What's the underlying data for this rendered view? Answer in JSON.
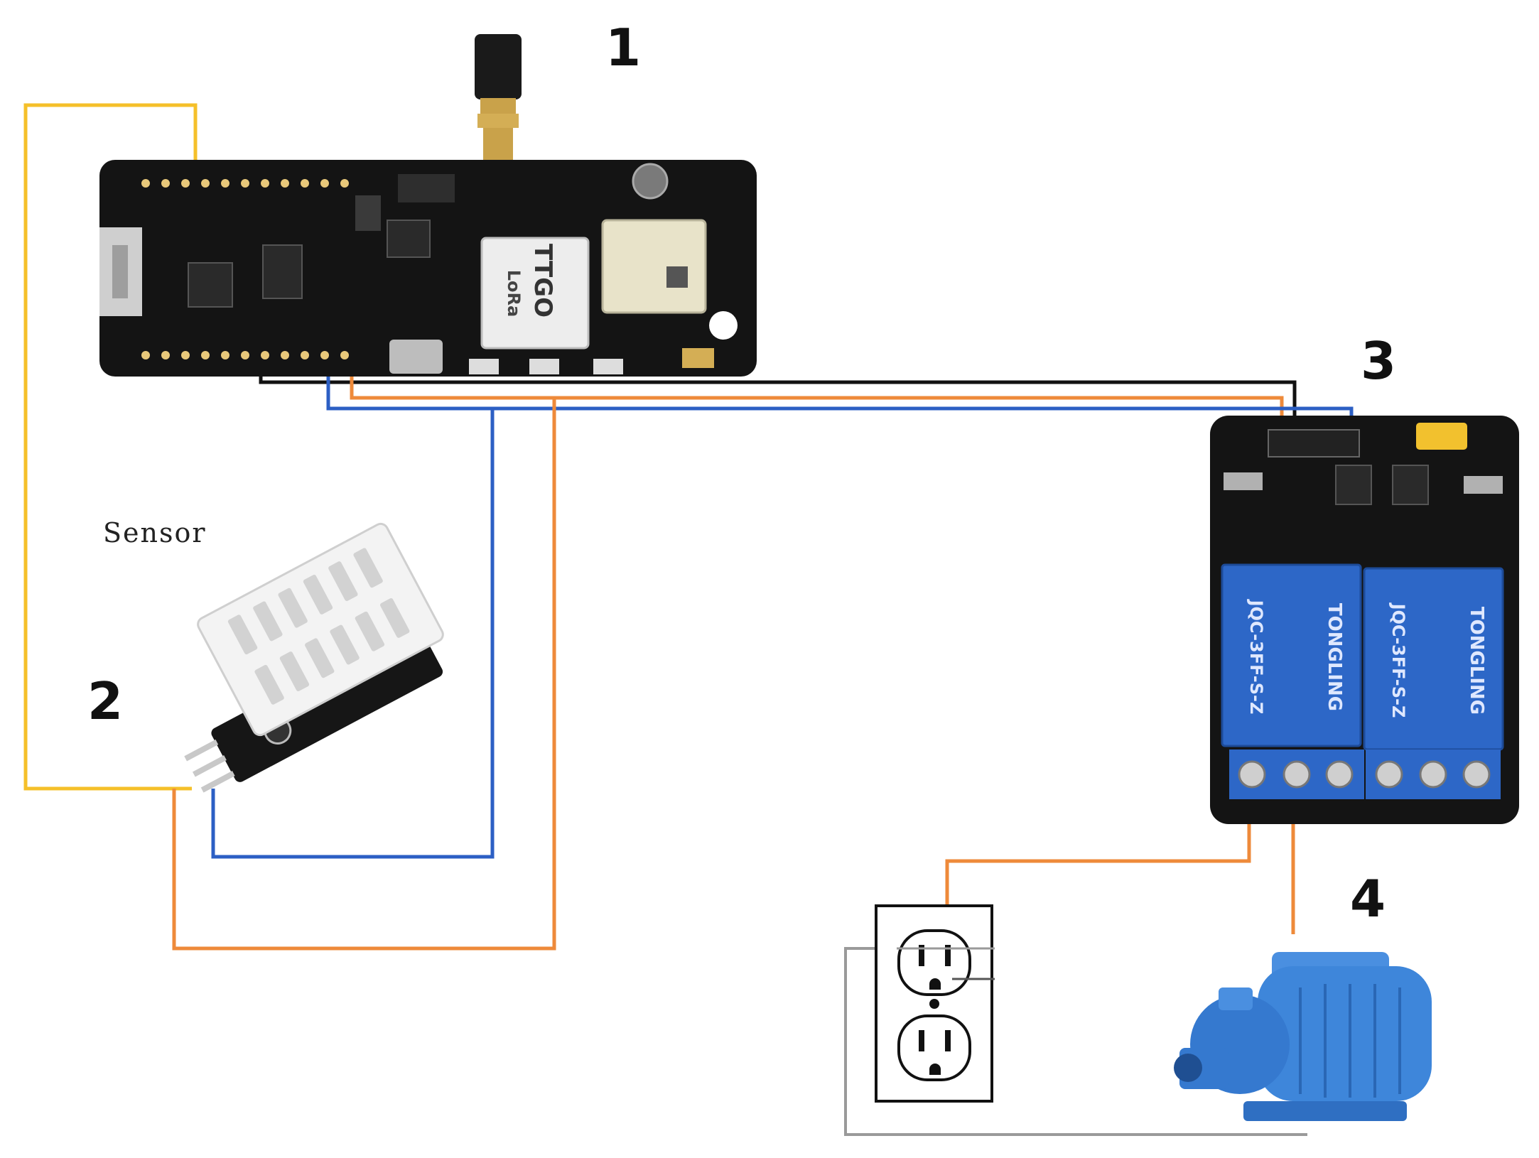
{
  "diagram": {
    "markers": [
      {
        "id": "1",
        "text": "1"
      },
      {
        "id": "2",
        "text": "2"
      },
      {
        "id": "3",
        "text": "3"
      },
      {
        "id": "4",
        "text": "4"
      }
    ],
    "sensor_label": "Sensor",
    "board_text": "TTGO",
    "lora_text": "LoRa",
    "relay_brand": "TONGLING",
    "relay_model": "JQC-3FF-S-Z",
    "wire_colors": {
      "yellow": "#F5C02A",
      "orange": "#EE8A3A",
      "blue": "#2C5FC4",
      "black": "#111111",
      "gray": "#9A9A9A"
    },
    "components": [
      {
        "name": "lora-board",
        "icon": "microcontroller-board-icon"
      },
      {
        "name": "dht-sensor",
        "icon": "temperature-humidity-sensor-icon"
      },
      {
        "name": "relay-module",
        "icon": "two-channel-relay-icon"
      },
      {
        "name": "water-pump",
        "icon": "water-pump-icon"
      },
      {
        "name": "wall-outlet",
        "icon": "power-outlet-icon"
      }
    ]
  }
}
